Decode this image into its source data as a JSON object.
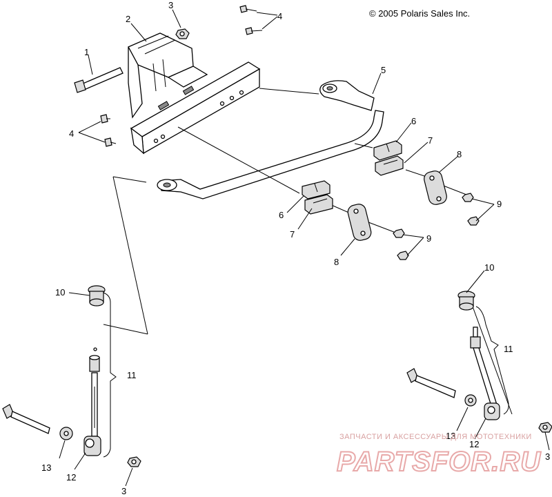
{
  "copyright": "© 2005 Polaris Sales Inc.",
  "watermark": {
    "line1": "ЗАПЧАСТИ И АКСЕССУАРЫ ДЛЯ МОТОТЕХНИКИ",
    "line2": "PARTSFOR.RU"
  },
  "callouts": {
    "c1": "1",
    "c2": "2",
    "c3a": "3",
    "c4a": "4",
    "c4b": "4",
    "c5": "5",
    "c6a": "6",
    "c7a": "7",
    "c8a": "8",
    "c9a": "9",
    "c6b": "6",
    "c7b": "7",
    "c8b": "8",
    "c9b": "9",
    "c10a": "10",
    "c11a": "11",
    "c13a": "13",
    "c12a": "12",
    "c3b": "3",
    "c10b": "10",
    "c11b": "11",
    "c13b": "13",
    "c12b": "12",
    "c3c": "3"
  },
  "colors": {
    "line": "#000000",
    "watermark": "#e8a9a9",
    "background": "#ffffff"
  }
}
